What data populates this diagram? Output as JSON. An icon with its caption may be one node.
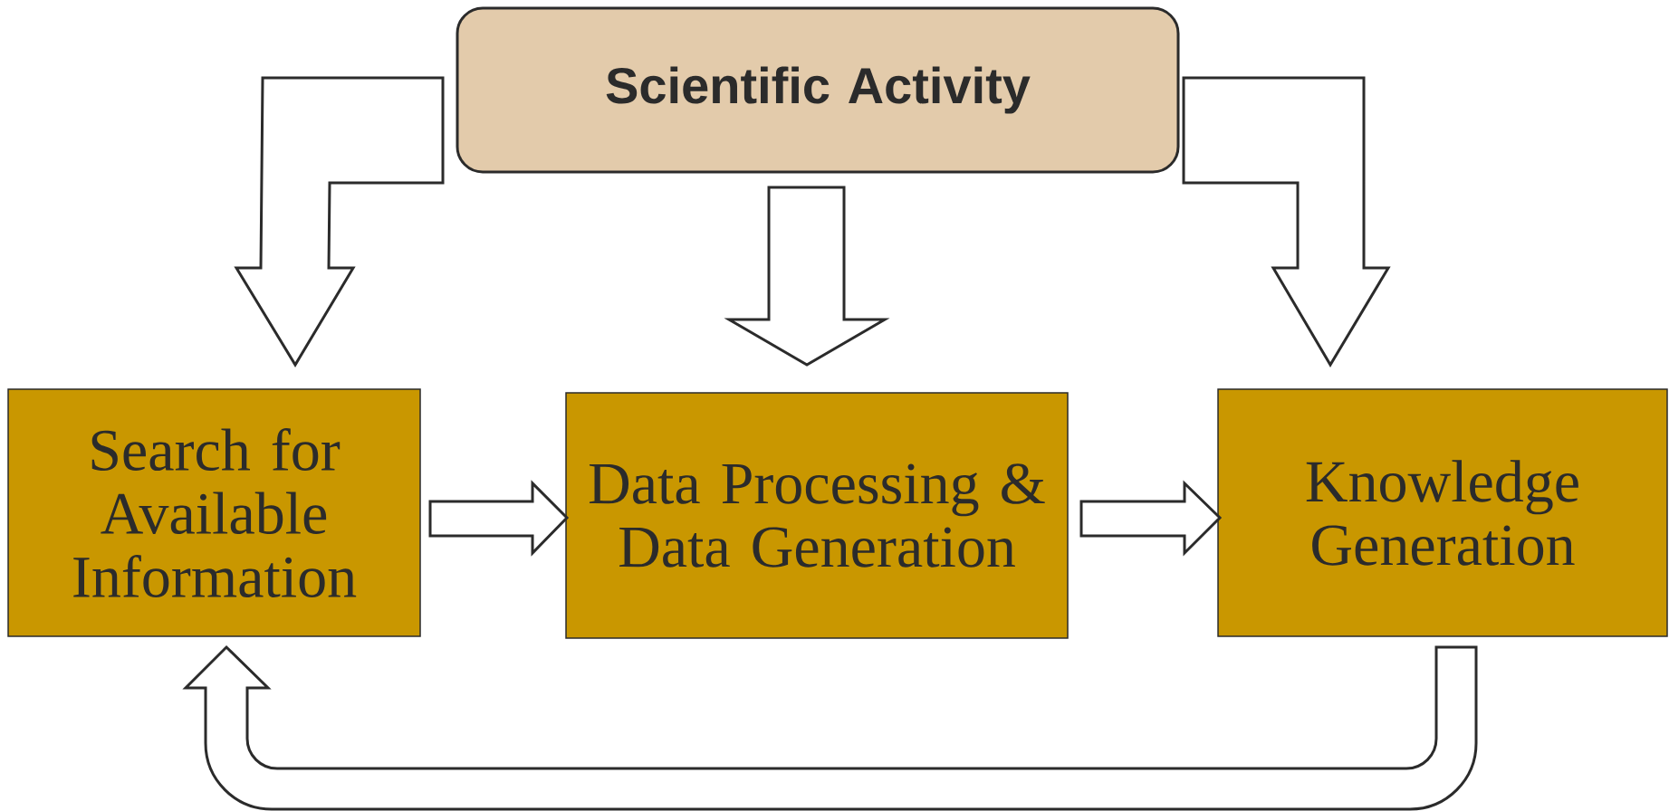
{
  "diagram": {
    "nodes": [
      {
        "text": [
          "Scientific Activity"
        ]
      },
      {
        "text": [
          "Search for Available Information"
        ]
      },
      {
        "text": [
          "Data Processing & Data Generation"
        ]
      },
      {
        "text": [
          "Knowledge Generation"
        ]
      }
    ],
    "edges": [
      {
        "from": 0,
        "to": 1,
        "arrow": "to"
      },
      {
        "from": 0,
        "to": 2,
        "arrow": "to"
      },
      {
        "from": 0,
        "to": 3,
        "arrow": "to"
      },
      {
        "from": 1,
        "to": 2,
        "arrow": "to"
      },
      {
        "from": 2,
        "to": 3,
        "arrow": "to"
      },
      {
        "from": 3,
        "to": 1,
        "arrow": "to"
      }
    ]
  }
}
